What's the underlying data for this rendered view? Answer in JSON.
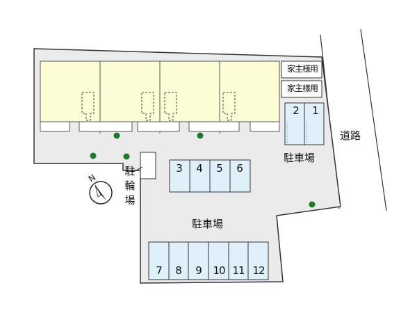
{
  "labels": {
    "road": "道路",
    "parking_right": "駐車場",
    "parking_center": "駐車場",
    "bicycle_parking": [
      "駐",
      "輪",
      "場"
    ],
    "owner_space_1": "家主様用",
    "owner_space_2": "家主様用",
    "compass_north": "N"
  },
  "parking_spaces": {
    "group_right": [
      "2",
      "1"
    ],
    "group_middle": [
      "3",
      "4",
      "5",
      "6"
    ],
    "group_bottom": [
      "7",
      "8",
      "9",
      "10",
      "11",
      "12"
    ]
  },
  "colors": {
    "lot": "#ebebeb",
    "building": "#fcfcd5",
    "parking_space": "#dff0fb",
    "outline": "#333333",
    "tree": "#1e7a26"
  }
}
